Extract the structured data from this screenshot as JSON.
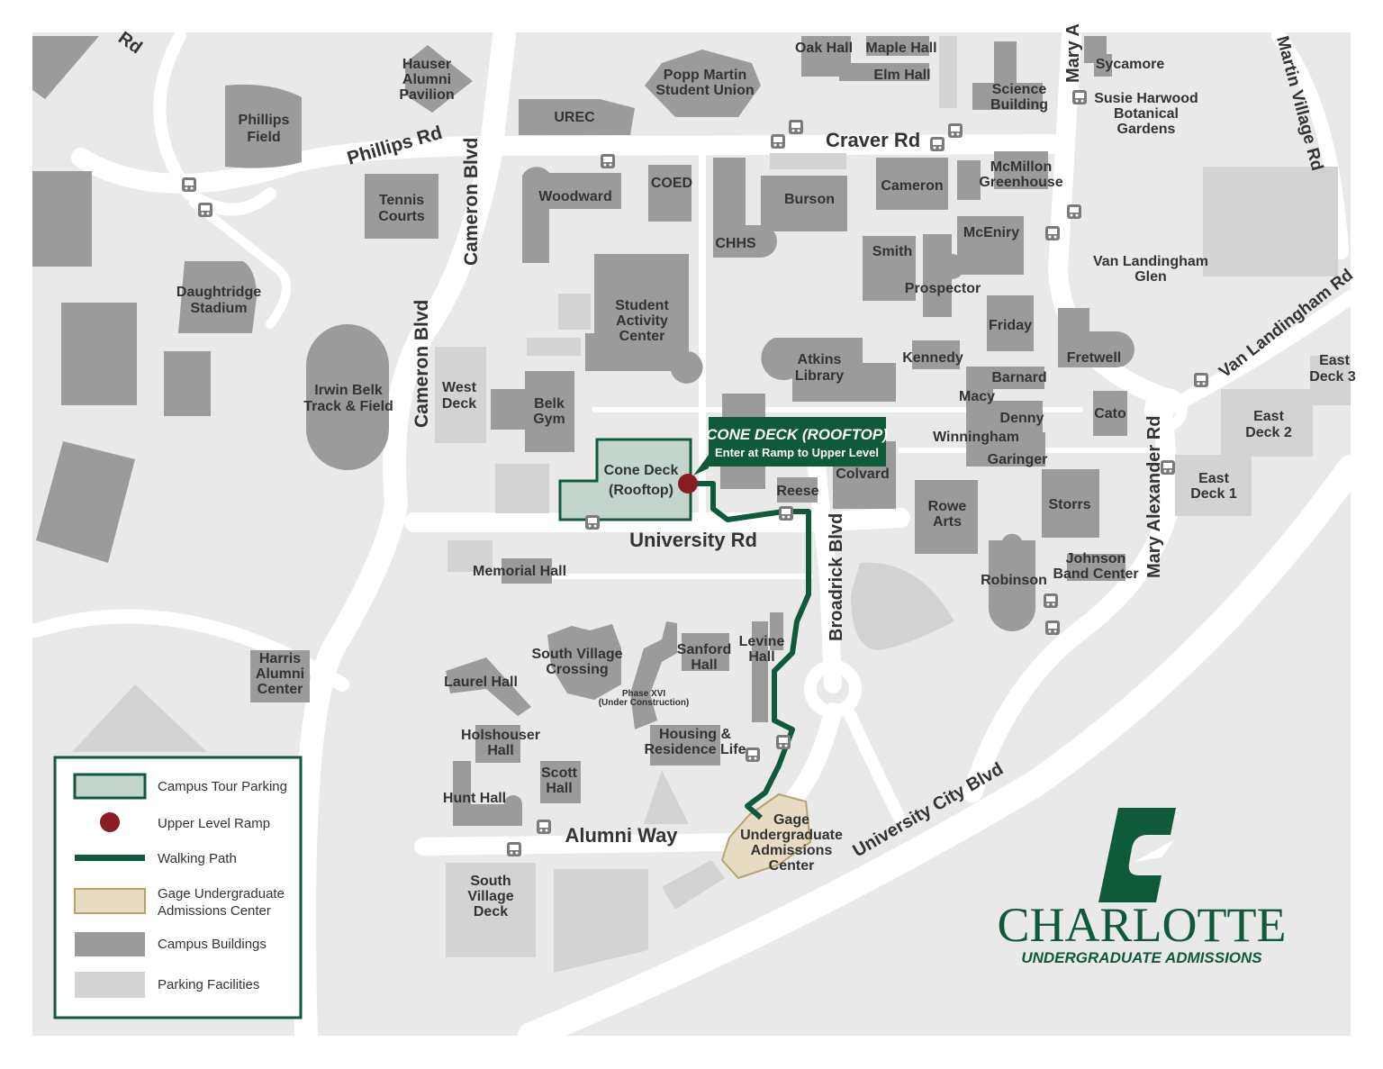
{
  "map": {
    "buildings": {
      "oak_hall": "Oak Hall",
      "maple_hall": "Maple Hall",
      "elm_hall": "Elm Hall",
      "hauser": [
        "Hauser",
        "Alumni",
        "Pavilion"
      ],
      "popp_martin": [
        "Popp Martin",
        "Student Union"
      ],
      "urec": "UREC",
      "science": [
        "Science",
        "Building"
      ],
      "sycamore": "Sycamore",
      "botanical": [
        "Susie Harwood",
        "Botanical",
        "Gardens"
      ],
      "phillips_field": [
        "Phillips",
        "Field"
      ],
      "tennis": [
        "Tennis",
        "Courts"
      ],
      "woodward": "Woodward",
      "coed": "COED",
      "burson": "Burson",
      "cameron": "Cameron",
      "mcmillon": [
        "McMillon",
        "Greenhouse"
      ],
      "chhs": "CHHS",
      "smith": "Smith",
      "mceniry": "McEniry",
      "van_landingham_glen": [
        "Van Landingham",
        "Glen"
      ],
      "daughtridge": [
        "Daughtridge",
        "Stadium"
      ],
      "student_activity": [
        "Student",
        "Activity",
        "Center"
      ],
      "prospector": "Prospector",
      "friday": "Friday",
      "irwin_belk": [
        "Irwin Belk",
        "Track & Field"
      ],
      "west_deck": [
        "West",
        "Deck"
      ],
      "belk_gym": [
        "Belk",
        "Gym"
      ],
      "atkins": [
        "Atkins",
        "Library"
      ],
      "kennedy": "Kennedy",
      "fretwell": "Fretwell",
      "barnard": "Barnard",
      "macy": "Macy",
      "cato": "Cato",
      "denny": "Denny",
      "winningham": "Winningham",
      "garinger": "Garinger",
      "east_deck_3": [
        "East",
        "Deck 3"
      ],
      "east_deck_2": [
        "East",
        "Deck 2"
      ],
      "east_deck_1": [
        "East",
        "Deck 1"
      ],
      "cone_deck": [
        "Cone Deck",
        "(Rooftop)"
      ],
      "colvard": "Colvard",
      "reese": "Reese",
      "rowe": [
        "Rowe",
        "Arts"
      ],
      "storrs": "Storrs",
      "robinson": "Robinson",
      "johnson": [
        "Johnson",
        "Band Center"
      ],
      "memorial": "Memorial Hall",
      "harris": [
        "Harris",
        "Alumni",
        "Center"
      ],
      "south_village_crossing": [
        "South Village",
        "Crossing"
      ],
      "sanford": [
        "Sanford",
        "Hall"
      ],
      "levine": [
        "Levine",
        "Hall"
      ],
      "laurel": "Laurel Hall",
      "phase_xvi": [
        "Phase XVI",
        "(Under Construction)"
      ],
      "holshouser": [
        "Holshouser",
        "Hall"
      ],
      "housing": [
        "Housing &",
        "Residence Life"
      ],
      "scott": [
        "Scott",
        "Hall"
      ],
      "hunt": "Hunt Hall",
      "gage": [
        "Gage",
        "Undergraduate",
        "Admissions",
        "Center"
      ],
      "south_village_deck": [
        "South",
        "Village",
        "Deck"
      ]
    },
    "roads": {
      "rd_top_left": "Rd",
      "phillips_rd": "Phillips Rd",
      "cameron_blvd": "Cameron Blvd",
      "craver_rd": "Craver Rd",
      "mary_top": "Mary A",
      "martin_village": "Martin Village Rd",
      "van_landingham_rd": "Van Landingham Rd",
      "mary_alexander": "Mary Alexander Rd",
      "university_rd": "University Rd",
      "broadrick": "Broadrick Blvd",
      "university_city": "University City Blvd",
      "alumni_way": "Alumni Way"
    },
    "callout": {
      "title": "CONE DECK (ROOFTOP)",
      "subtitle": "Enter at Ramp to Upper Level"
    }
  },
  "legend": {
    "items": [
      {
        "label": "Campus Tour Parking"
      },
      {
        "label": "Upper Level Ramp"
      },
      {
        "label": "Walking Path"
      },
      {
        "label": [
          "Gage Undergraduate",
          "Admissions Center"
        ]
      },
      {
        "label": "Campus Buildings"
      },
      {
        "label": "Parking Facilities"
      }
    ]
  },
  "brand": {
    "name": "CHARLOTTE",
    "sub": "UNDERGRADUATE ADMISSIONS"
  },
  "colors": {
    "map_bg": "#e9e9e9",
    "road": "#ffffff",
    "building": "#9b9b9b",
    "parking": "#d3d3d3",
    "tour_parking": "#c3d5cd",
    "ramp": "#8b1c24",
    "path": "#0f5a3a",
    "gage": "#e5dcc1"
  }
}
